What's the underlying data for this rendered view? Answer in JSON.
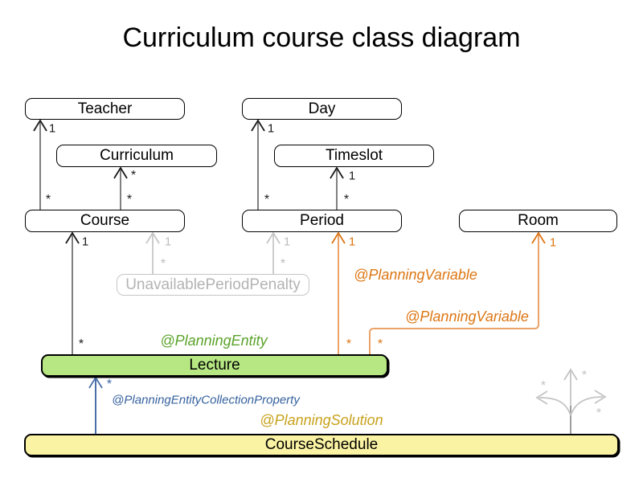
{
  "title": "Curriculum course class diagram",
  "classes": {
    "teacher": {
      "label": "Teacher"
    },
    "day": {
      "label": "Day"
    },
    "curriculum": {
      "label": "Curriculum"
    },
    "timeslot": {
      "label": "Timeslot"
    },
    "course": {
      "label": "Course"
    },
    "period": {
      "label": "Period"
    },
    "room": {
      "label": "Room"
    },
    "unavailable_period_penalty": {
      "label": "UnavailablePeriodPenalty"
    },
    "lecture": {
      "label": "Lecture"
    },
    "course_schedule": {
      "label": "CourseSchedule"
    }
  },
  "annotations": {
    "planning_entity": "@PlanningEntity",
    "planning_variable_period": "@PlanningVariable",
    "planning_variable_room": "@PlanningVariable",
    "planning_entity_collection_property": "@PlanningEntityCollectionProperty",
    "planning_solution": "@PlanningSolution"
  },
  "relations": [
    {
      "from": "Course",
      "to": "Teacher",
      "near_from": "*",
      "near_to": "1"
    },
    {
      "from": "Course",
      "to": "Curriculum",
      "near_from": "*",
      "near_to": "*"
    },
    {
      "from": "Period",
      "to": "Day",
      "near_from": "*",
      "near_to": "1"
    },
    {
      "from": "Period",
      "to": "Timeslot",
      "near_from": "*",
      "near_to": "1"
    },
    {
      "from": "UnavailablePeriodPenalty",
      "to": "Course",
      "near_from": "*",
      "near_to": "1"
    },
    {
      "from": "UnavailablePeriodPenalty",
      "to": "Period",
      "near_from": "*",
      "near_to": "1"
    },
    {
      "from": "Lecture",
      "to": "Course",
      "near_from": "*",
      "near_to": "1"
    },
    {
      "from": "Lecture",
      "to": "Period",
      "near_from": "*",
      "near_to": "1",
      "annotation": "@PlanningVariable"
    },
    {
      "from": "Lecture",
      "to": "Room",
      "near_from": "*",
      "near_to": "1",
      "annotation": "@PlanningVariable"
    },
    {
      "from": "CourseSchedule",
      "to": "Lecture",
      "near_to": "*",
      "annotation": "@PlanningEntityCollectionProperty"
    },
    {
      "from": "CourseSchedule",
      "to": "other problem facts",
      "cards": [
        "*",
        "*",
        "*"
      ]
    }
  ],
  "colors": {
    "orange_accent": "#dd7613",
    "orange_line": "#eba36a",
    "green_text": "#5aa32a",
    "lecture_fill": "#b6e783",
    "blue": "#3c68a8",
    "solution_yellow": "#c8a21c",
    "schedule_fill": "#fbf3a4",
    "penalty_gray": "#c0c0c0",
    "arrow_gray": "#808080",
    "black": "#1a1a1a"
  }
}
